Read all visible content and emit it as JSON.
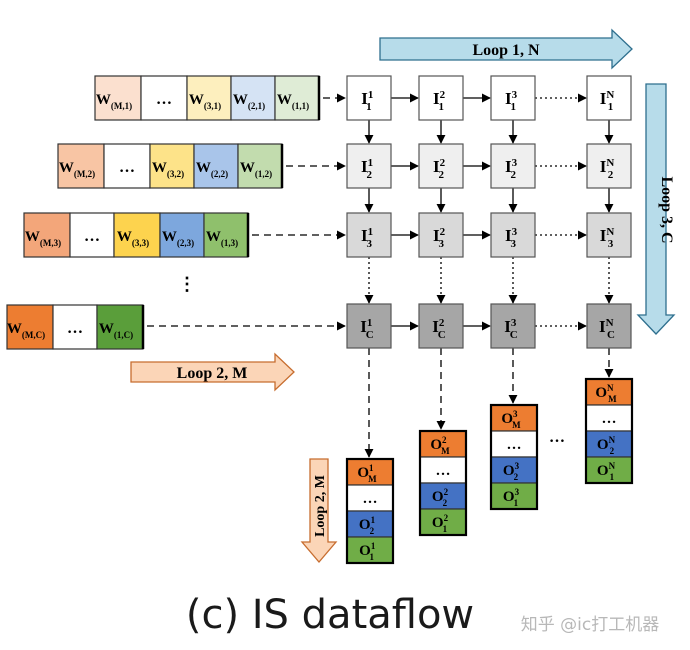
{
  "loops": {
    "loop1": "Loop 1, N",
    "loop2": "Loop 2, M",
    "loop3": "Loop 3, C",
    "loop2v": "Loop 2, M"
  },
  "ellipsis": "…",
  "vdots": "⋮",
  "weight_rows": [
    {
      "cells": [
        {
          "base": "W",
          "sub": "(M,1)"
        },
        {
          "base": "…",
          "sub": ""
        },
        {
          "base": "W",
          "sub": "(3,1)"
        },
        {
          "base": "W",
          "sub": "(2,1)"
        },
        {
          "base": "W",
          "sub": "(1,1)"
        }
      ]
    },
    {
      "cells": [
        {
          "base": "W",
          "sub": "(M,2)"
        },
        {
          "base": "…",
          "sub": ""
        },
        {
          "base": "W",
          "sub": "(3,2)"
        },
        {
          "base": "W",
          "sub": "(2,2)"
        },
        {
          "base": "W",
          "sub": "(1,2)"
        }
      ]
    },
    {
      "cells": [
        {
          "base": "W",
          "sub": "(M,3)"
        },
        {
          "base": "…",
          "sub": ""
        },
        {
          "base": "W",
          "sub": "(3,3)"
        },
        {
          "base": "W",
          "sub": "(2,3)"
        },
        {
          "base": "W",
          "sub": "(1,3)"
        }
      ]
    },
    {
      "cells": [
        {
          "base": "W",
          "sub": "(M,C)"
        },
        {
          "base": "…",
          "sub": ""
        },
        {
          "base": "W",
          "sub": "(1,C)"
        }
      ]
    }
  ],
  "input_rows": [
    {
      "sub": "1",
      "sups": [
        "1",
        "2",
        "3",
        "N"
      ]
    },
    {
      "sub": "2",
      "sups": [
        "1",
        "2",
        "3",
        "N"
      ]
    },
    {
      "sub": "3",
      "sups": [
        "1",
        "2",
        "3",
        "N"
      ]
    },
    {
      "sub": "C",
      "sups": [
        "1",
        "2",
        "3",
        "N"
      ]
    }
  ],
  "output_stacks": [
    {
      "sup": "1",
      "cells": [
        {
          "base": "O",
          "sup": "1",
          "sub": "M"
        },
        {
          "base": "…",
          "sup": "",
          "sub": ""
        },
        {
          "base": "O",
          "sup": "1",
          "sub": "2"
        },
        {
          "base": "O",
          "sup": "1",
          "sub": "1"
        }
      ]
    },
    {
      "sup": "2",
      "cells": [
        {
          "base": "O",
          "sup": "2",
          "sub": "M"
        },
        {
          "base": "…",
          "sup": "",
          "sub": ""
        },
        {
          "base": "O",
          "sup": "2",
          "sub": "2"
        },
        {
          "base": "O",
          "sup": "2",
          "sub": "1"
        }
      ]
    },
    {
      "sup": "3",
      "cells": [
        {
          "base": "O",
          "sup": "3",
          "sub": "M"
        },
        {
          "base": "…",
          "sup": "",
          "sub": ""
        },
        {
          "base": "O",
          "sup": "3",
          "sub": "2"
        },
        {
          "base": "O",
          "sup": "3",
          "sub": "1"
        }
      ]
    },
    {
      "sup": "N",
      "cells": [
        {
          "base": "O",
          "sup": "N",
          "sub": "M"
        },
        {
          "base": "…",
          "sup": "",
          "sub": ""
        },
        {
          "base": "O",
          "sup": "N",
          "sub": "2"
        },
        {
          "base": "O",
          "sup": "N",
          "sub": "1"
        }
      ]
    }
  ],
  "caption": "(c) IS dataflow",
  "watermark": "知乎 @ic打工机器",
  "colors": {
    "w_m_light": "#fbe0cf",
    "w_3_light": "#fdefbe",
    "w_2_light": "#d5e3f4",
    "w_1_light": "#dfecd6",
    "w_m_mid": "#f8c5a4",
    "w_3_mid": "#fde389",
    "w_2_mid": "#a9c5ea",
    "w_1_mid": "#c2dcae",
    "w_m_dark": "#f3a67a",
    "w_3_dark": "#fdd34e",
    "w_2_dark": "#7da7dd",
    "w_1_dark": "#8fc06c",
    "w_m_full": "#ed7d31",
    "w_1_full": "#5a9e3a",
    "pe_row1": "#ffffff",
    "pe_row2": "#efefef",
    "pe_row3": "#d9d9d9",
    "pe_rowC": "#a6a6a6",
    "out_m": "#ed7d31",
    "out_2": "#4472c4",
    "out_1": "#70ad47",
    "loop_blue": "#b7dcea",
    "loop_orange": "#fbd5b7"
  }
}
